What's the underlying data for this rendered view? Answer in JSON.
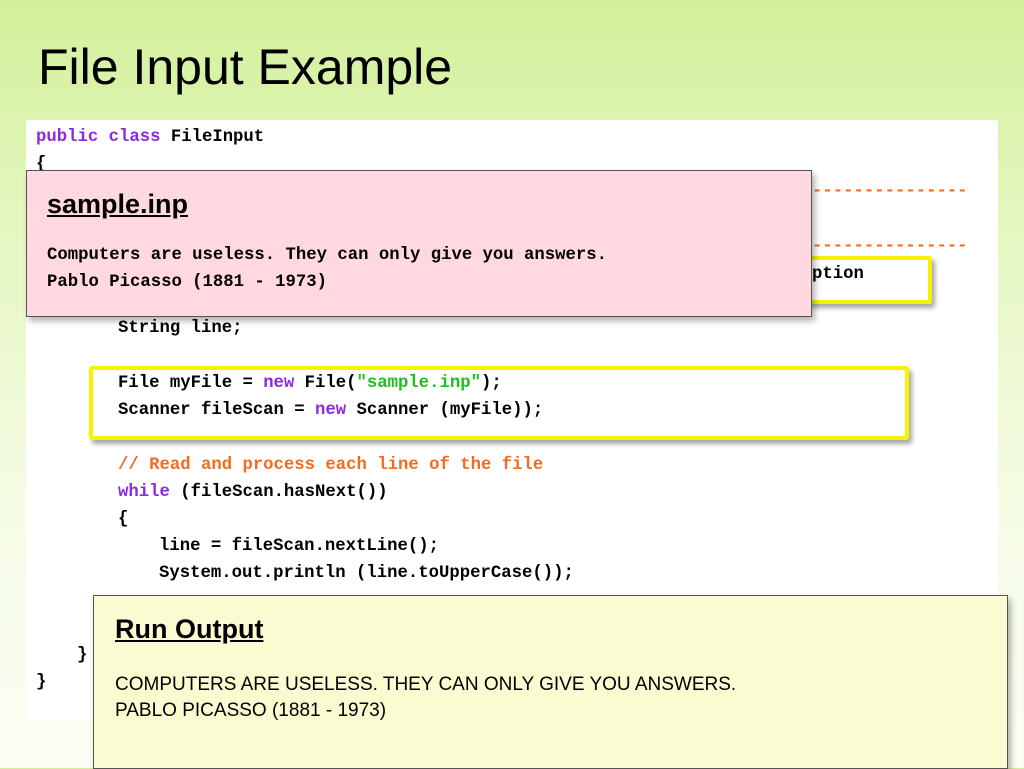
{
  "slide": {
    "title": "File Input Example"
  },
  "code": {
    "l1": {
      "kw1": "public",
      "kw2": "class",
      "name": " FileInput"
    },
    "l2": "{",
    "l3_partial": "---------------",
    "l4_partial": "---------------",
    "l5_partial": "ption",
    "l6": "String line;",
    "l7": {
      "a": "File myFile = ",
      "kw": "new",
      "b": " File(",
      "str": "\"sample.inp\"",
      "c": ");"
    },
    "l8": {
      "a": "Scanner fileScan = ",
      "kw": "new",
      "b": " Scanner (myFile));"
    },
    "l9": "// Read and process each line of the file",
    "l10": {
      "kw": "while",
      "a": " (fileScan.hasNext())"
    },
    "l11": "{",
    "l12": "line = fileScan.nextLine();",
    "l13": "System.out.println (line.toUpperCase());",
    "l14": "}",
    "l15": "}"
  },
  "sample_popup": {
    "heading": "sample.inp",
    "line1": "Computers are useless. They can only give you answers.",
    "line2": "Pablo Picasso (1881 - 1973)"
  },
  "output_popup": {
    "heading": "Run Output",
    "line1": "COMPUTERS ARE USELESS. THEY CAN ONLY GIVE YOU ANSWERS.",
    "line2": "PABLO PICASSO (1881 - 1973)"
  },
  "colors": {
    "keyword": "#8a2be2",
    "comment": "#f36c21",
    "string": "#1fbf1f",
    "highlight": "#f6f200",
    "file_popup_bg": "#ffd9df",
    "output_popup_bg": "#fbfbd2"
  }
}
